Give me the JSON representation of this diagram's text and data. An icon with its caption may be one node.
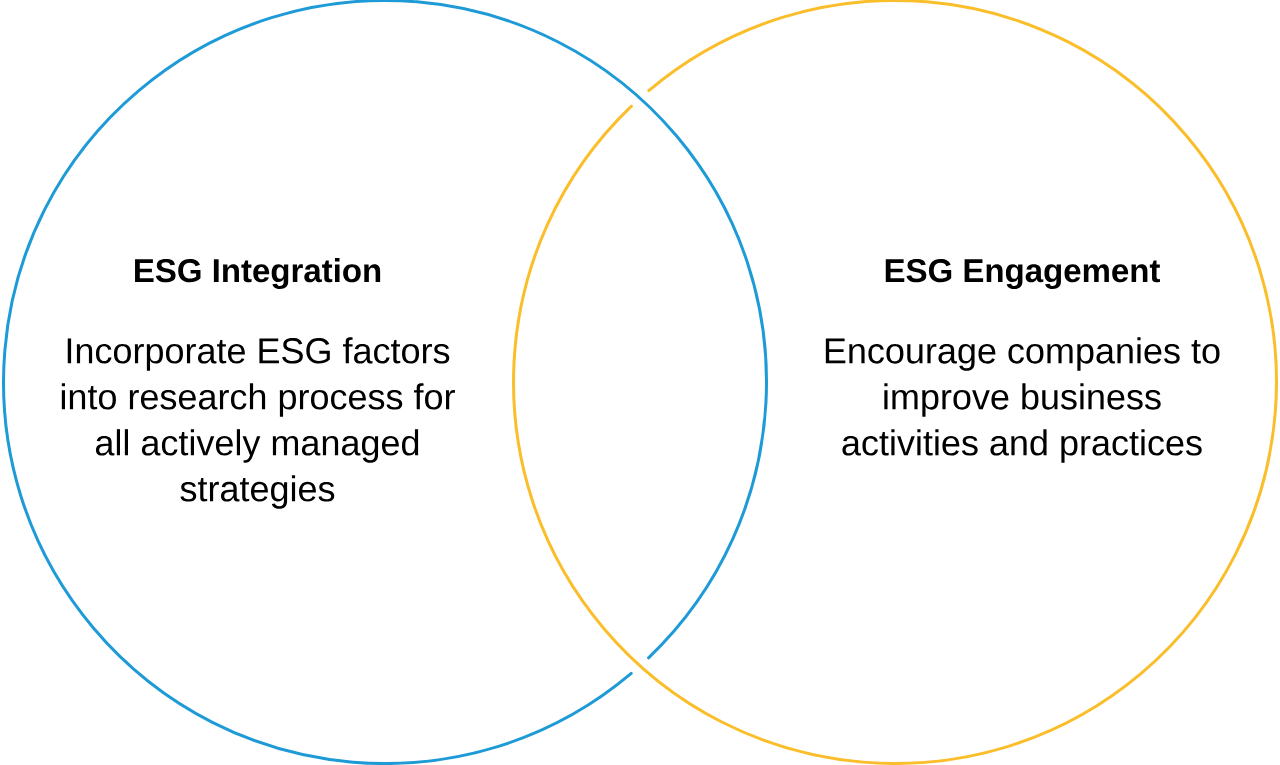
{
  "diagram": {
    "nodes": [
      {
        "text": [
          "ESG Integration",
          "Incorporate ESG factors into research process for all actively managed strategies"
        ]
      },
      {
        "text": [
          "ESG Engagement",
          "Encourage companies to improve business activities and practices"
        ]
      }
    ]
  }
}
